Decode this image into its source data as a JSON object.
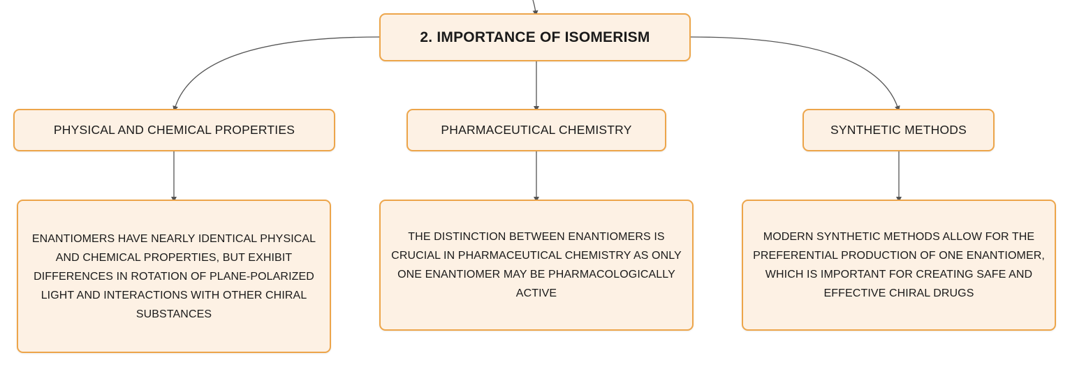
{
  "root": {
    "label": "2. IMPORTANCE OF ISOMERISM"
  },
  "branches": [
    {
      "title": "PHYSICAL AND CHEMICAL PROPERTIES",
      "detail": "ENANTIOMERS HAVE NEARLY IDENTICAL PHYSICAL AND CHEMICAL PROPERTIES, BUT EXHIBIT DIFFERENCES IN ROTATION OF PLANE-POLARIZED LIGHT AND INTERACTIONS WITH OTHER CHIRAL SUBSTANCES"
    },
    {
      "title": "PHARMACEUTICAL CHEMISTRY",
      "detail": "THE DISTINCTION BETWEEN ENANTIOMERS IS CRUCIAL IN PHARMACEUTICAL CHEMISTRY AS ONLY ONE ENANTIOMER MAY BE PHARMACOLOGICALLY ACTIVE"
    },
    {
      "title": "SYNTHETIC METHODS",
      "detail": "MODERN SYNTHETIC METHODS ALLOW FOR THE PREFERENTIAL PRODUCTION OF ONE ENANTIOMER, WHICH IS IMPORTANT FOR CREATING SAFE AND EFFECTIVE CHIRAL DRUGS"
    }
  ],
  "colors": {
    "node_fill": "#fdf1e4",
    "node_border": "#eda54a",
    "connector": "#555555",
    "text": "#1a1a1a"
  }
}
